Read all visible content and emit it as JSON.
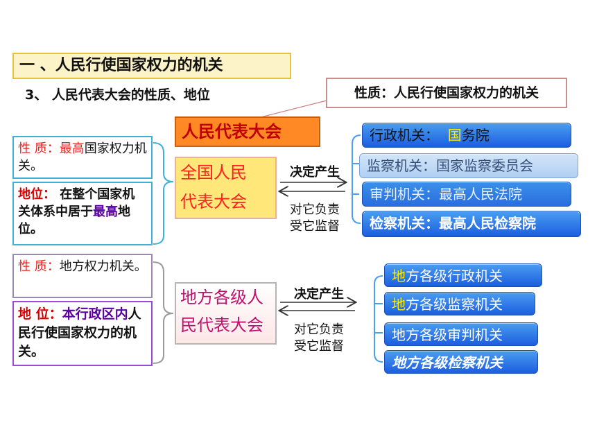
{
  "title": "一 、人民行使国家权力的机关",
  "subtitle": "3、 人民代表大会的性质、地位",
  "callout": "性质：人民行使国家权力的机关",
  "npc_header": "人民代表大会",
  "national": {
    "name_line1": "全国人民",
    "name_line2": "代表大会",
    "nature_prefix": "性 质：",
    "nature_red": "最高",
    "nature_rest": "国家权力机关。",
    "position_label": "地位：",
    "position_text1": "在整个国家机关体系中居于",
    "position_purple": "最高",
    "position_text2": "地位。",
    "arrow_produce": "决定产生",
    "arrow_resp_line1": "对它负责",
    "arrow_resp_line2": "受它监督",
    "organs": {
      "admin_prefix": "行政机关：",
      "admin_hl": "国",
      "admin_rest": "务院",
      "supervision": "监察机关：国家监察委员会",
      "judicial": "审判机关：最高人民法院",
      "procuratorate": "检察机关：最高人民检察院"
    }
  },
  "local": {
    "name_line1": "地方各级人",
    "name_line2": "民代表大会",
    "nature_prefix": "性 质：",
    "nature_rest": "地方权力机关。",
    "position_label": "地 位：",
    "position_purple": "本行政区内",
    "position_rest": "人民行使国家权力的机关。",
    "arrow_produce": "决定产生",
    "arrow_resp_line1": "对它负责",
    "arrow_resp_line2": "受它监督",
    "organs": {
      "admin_hl": "地",
      "admin_rest": "方各级行政机关",
      "supervision_hl": "地",
      "supervision_rest": "方各级监察机关",
      "judicial": "地方各级审判机关",
      "procuratorate": "地方各级检察机关"
    }
  },
  "colors": {
    "blue_box": "#2a6ee0",
    "header_orange": "#ff8a25",
    "national_yellow": "#ffe77a",
    "highlight_red": "#ff1a1a",
    "highlight_purple": "#5a00a0"
  }
}
